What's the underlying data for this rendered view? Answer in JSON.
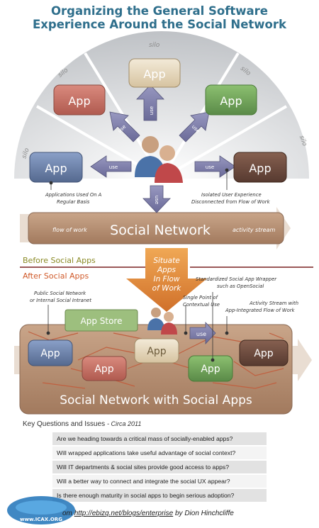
{
  "title": {
    "line1": "Organizing the General Software",
    "line2": "Experience Around the Social Network"
  },
  "silo_label": "silo",
  "app_label": "App",
  "use_label": "use",
  "annotations": {
    "apps_regular": [
      "Applications Used On A",
      "Regular Basis"
    ],
    "isolated": [
      "Isolated User Experience",
      "Disconnected from Flow of Work"
    ],
    "public_network": [
      "Public Social Network",
      "or Internal Social Intranet"
    ],
    "wrapper": [
      "Standardized Social App Wrapper",
      "such as OpenSocial"
    ],
    "single_point": [
      "Single Point of",
      "Contextual Use"
    ],
    "activity_integrated": [
      "Activity Stream with",
      "App-Integrated Flow of Work"
    ]
  },
  "social_network_bar": {
    "title": "Social Network",
    "flow_of_work": "flow of work",
    "activity_stream": "activity stream"
  },
  "before_label": "Before Social Apps",
  "after_label": "After Social Apps",
  "situate_arrow": [
    "Situate",
    "Apps",
    "In Flow",
    "of Work"
  ],
  "app_store": "App Store",
  "bottom_title": "Social Network with Social Apps",
  "questions": {
    "heading": "Key Questions and Issues",
    "circa": "- Circa 2011",
    "items": [
      "Are we heading towards a critical mass of socially-enabled apps?",
      "Will wrapped applications take useful advantage of social context?",
      "Will IT departments & social sites provide good access to apps?",
      "Will a better way to connect and integrate the social UX appear?",
      "Is there enough maturity in social apps to begin serious adoption?"
    ]
  },
  "footer": {
    "prefix": "om",
    "url": "http://ebizq.net/blogs/enterprise",
    "by": "by Dion Hinchcliffe"
  },
  "watermark": "www.ICAX.ORG",
  "colors": {
    "title": "#2f6f8c",
    "app_blue": "#6a7fa8",
    "app_red": "#c46a5e",
    "app_green": "#6f9e5a",
    "app_tan": "#e6d7bd",
    "app_brown": "#6b4a3d",
    "social_brown": "#b4896d",
    "before_olive": "#8a8a25",
    "after_orange": "#d05a2a",
    "arrow_orange": "#e08a3a",
    "use_arrow": "#7a7aa8"
  }
}
